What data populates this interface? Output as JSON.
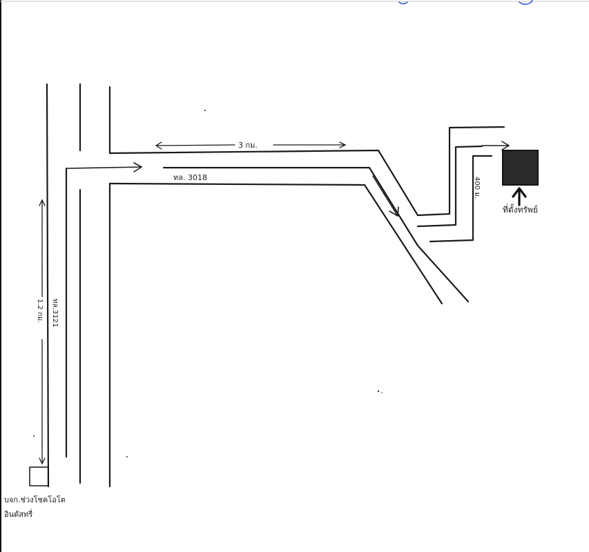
{
  "map": {
    "labels": {
      "road_main": "ทล.3121",
      "road_secondary": "ทล. 3018",
      "distance_main": "1.2 กม.",
      "distance_secondary": "3 กม.",
      "distance_access": "400 ม.",
      "origin": "บจก.ช่วงโชคโอโต อินดัสทรี่",
      "origin_line1": "บจก.ช่วงโชคโอโต",
      "origin_line2": "อินดัสทรี่",
      "destination": "ที่ตั้งทรัพย์"
    },
    "colors": {
      "ink": "#1a1a1a",
      "pen_blue": "#2a55c8",
      "property_fill": "#2b2b2b",
      "paper": "#ffffff"
    }
  }
}
